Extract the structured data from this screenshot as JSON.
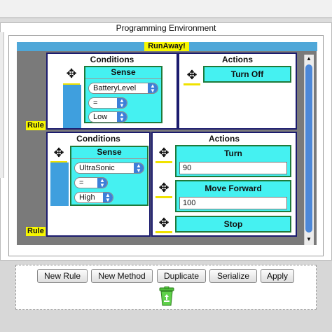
{
  "environment": {
    "title": "Programming Environment"
  },
  "program": {
    "name": "RunAway!"
  },
  "rules": [
    {
      "label": "Rule",
      "conditions_title": "Conditions",
      "actions_title": "Actions",
      "sense": {
        "title": "Sense",
        "sensor": "BatteryLevel",
        "operator": "=",
        "value": "Low"
      },
      "actions": [
        {
          "title": "Turn Off"
        }
      ]
    },
    {
      "label": "Rule",
      "conditions_title": "Conditions",
      "actions_title": "Actions",
      "sense": {
        "title": "Sense",
        "sensor": "UltraSonic",
        "operator": "=",
        "value": "High"
      },
      "actions": [
        {
          "title": "Turn",
          "value": "90"
        },
        {
          "title": "Move Forward",
          "value": "100"
        },
        {
          "title": "Stop"
        }
      ]
    }
  ],
  "buttons": {
    "new_rule": "New Rule",
    "new_method": "New Method",
    "duplicate": "Duplicate",
    "serialize": "Serialize",
    "apply": "Apply"
  },
  "icons": {
    "move": "move-icon",
    "dropdown": "chevron-updown-icon",
    "trash": "recycle-bin-icon"
  },
  "colors": {
    "program_bar": "#4fa7d8",
    "highlight": "#f7f700",
    "block_cyan": "#45f1f1",
    "condition_bar": "#3f9fde"
  }
}
